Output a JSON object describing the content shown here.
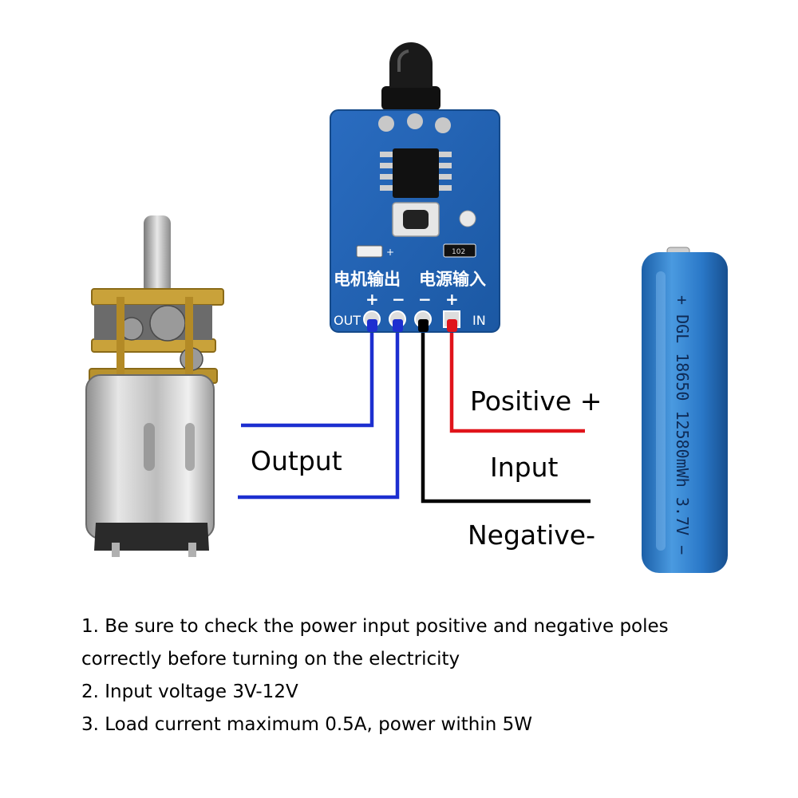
{
  "board": {
    "motor_output_cn": "电机输出",
    "power_input_cn": "电源输入",
    "out_label": "OUT",
    "in_label": "IN",
    "plus": "+",
    "minus": "−",
    "resistor_code": "102"
  },
  "battery": {
    "printed_text": "+ DGL  18650  12580mWh 3.7V  −"
  },
  "labels": {
    "positive": "Positive +",
    "input": "Input",
    "negative": "Negative-",
    "output": "Output"
  },
  "notes": {
    "line1": "1. Be sure to check the power input positive and negative poles",
    "line2": "correctly before turning on the electricity",
    "line3": "2. Input voltage 3V-12V",
    "line4": "3. Load current maximum 0.5A, power within 5W"
  },
  "colors": {
    "board": "#1f5fae",
    "wire_blue": "#1d2fd0",
    "wire_red": "#e0141b",
    "wire_black": "#000000",
    "battery": "#2a78c8"
  }
}
